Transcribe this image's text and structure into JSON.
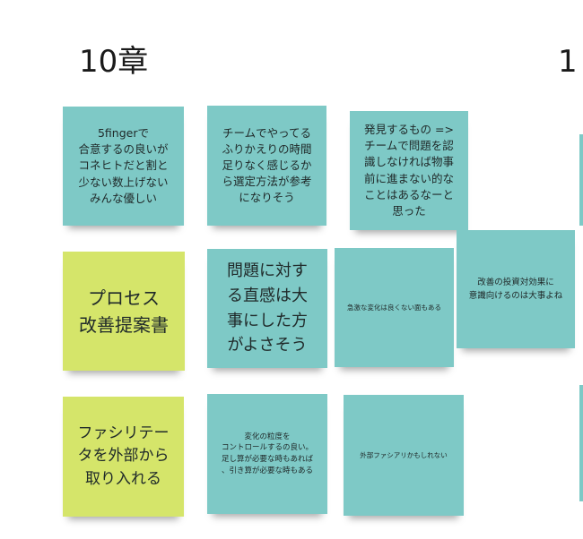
{
  "board": {
    "sections": [
      {
        "title": "10章"
      },
      {
        "title": "1"
      }
    ],
    "notes": [
      {
        "text": "5fingerで\n合意するの良いが\nコネヒトだと割と\n少ない数上げない\nみんな優しい",
        "color": "#7ec9c6"
      },
      {
        "text": "チームでやってる\nふりかえりの時間\n足りなく感じるか\nら選定方法が参考\nになりそう",
        "color": "#7ec9c6"
      },
      {
        "text": "発見するもの =>\nチームで問題を認\n識しなければ物事\n前に進まない的な\nことはあるなーと\n思った",
        "color": "#7ec9c6"
      },
      {
        "text": "プロセス\n改善提案書",
        "color": "#d5e56a"
      },
      {
        "text": "問題に対す\nる直感は大\n事にした方\nがよさそう",
        "color": "#7ec9c6"
      },
      {
        "text": "急激な変化は良くない面もある",
        "color": "#7ec9c6"
      },
      {
        "text": "改善の投資対効果に\n意識向けるのは大事よね",
        "color": "#7ec9c6"
      },
      {
        "text": "ファシリテー\nタを外部から\n取り入れる",
        "color": "#d5e56a"
      },
      {
        "text": "変化の粒度を\nコントロールするの良い。\n足し算が必要な時もあれば\n、引き算が必要な時もある",
        "color": "#7ec9c6"
      },
      {
        "text": "外部ファシアリかもしれない",
        "color": "#7ec9c6"
      }
    ]
  }
}
